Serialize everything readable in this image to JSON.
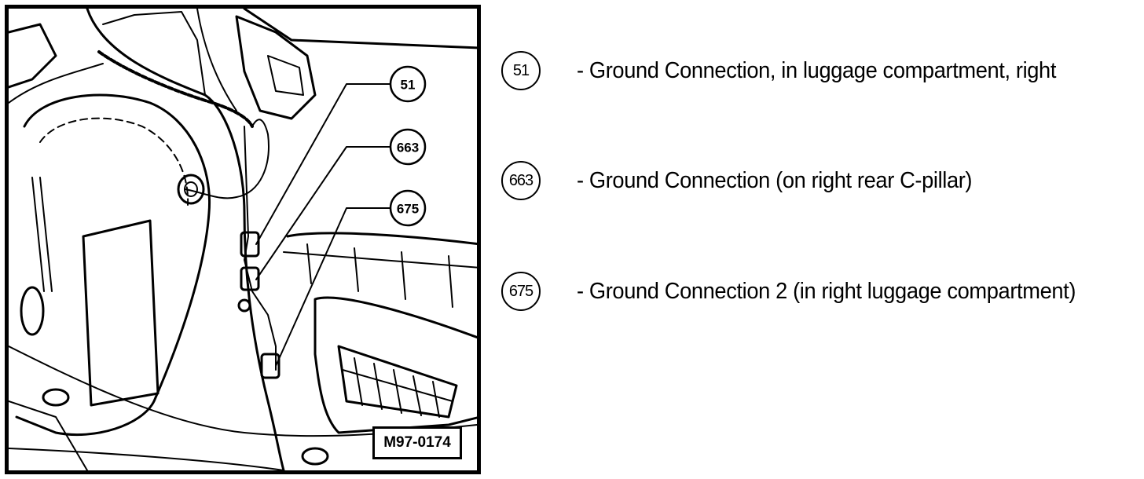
{
  "figure": {
    "callouts": [
      {
        "label": "51"
      },
      {
        "label": "663"
      },
      {
        "label": "675"
      }
    ],
    "figure_code": "M97-0174"
  },
  "legend": [
    {
      "number": "51",
      "text": "- Ground Connection, in luggage compartment, right"
    },
    {
      "number": "663",
      "text": "- Ground Connection (on right rear C-pillar)"
    },
    {
      "number": "675",
      "text": "- Ground Connection 2 (in right luggage compartment)"
    }
  ]
}
